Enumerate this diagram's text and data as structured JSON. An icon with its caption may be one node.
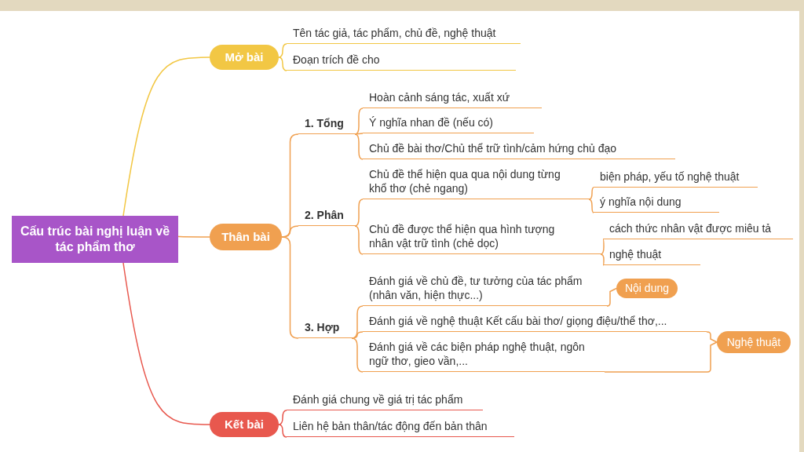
{
  "diagram": {
    "nodes": [
      {
        "text": [
          "Cấu trúc bài nghị luận về tác phẩm thơ"
        ]
      },
      {
        "text": [
          "Mở bài"
        ]
      },
      {
        "text": [
          "Tên tác giả, tác phẩm, chủ đề, nghệ thuật"
        ]
      },
      {
        "text": [
          "Đoạn trích đề cho"
        ]
      },
      {
        "text": [
          "Thân bài"
        ]
      },
      {
        "text": [
          "1. Tổng"
        ]
      },
      {
        "text": [
          "Hoàn cảnh sáng tác, xuất xứ"
        ]
      },
      {
        "text": [
          "Ý nghĩa nhan đề (nếu có)"
        ]
      },
      {
        "text": [
          "Chủ đề bài thơ/Chủ thể trữ tình/cảm hứng chủ đạo"
        ]
      },
      {
        "text": [
          "2. Phân"
        ]
      },
      {
        "text": [
          "Chủ đề thể hiện qua qua nội dung từng khổ thơ (chẻ ngang)"
        ]
      },
      {
        "text": [
          "biện pháp, yếu tố nghệ thuật"
        ]
      },
      {
        "text": [
          "ý nghĩa nội dung"
        ]
      },
      {
        "text": [
          "Chủ đề được thể hiện qua hình tượng nhân vật trữ tình (chẻ dọc)"
        ]
      },
      {
        "text": [
          "cách thức nhân vật được miêu tả"
        ]
      },
      {
        "text": [
          "nghệ thuật"
        ]
      },
      {
        "text": [
          "3. Hợp"
        ]
      },
      {
        "text": [
          "Đánh giá về chủ đề, tư tưởng của tác phẩm (nhân văn, hiện thực...)"
        ]
      },
      {
        "text": [
          "Đánh giá về nghệ thuật Kết cấu bài thơ/ giọng điệu/thể thơ,..."
        ]
      },
      {
        "text": [
          "Đánh giá về các biện pháp nghệ thuật, ngôn ngữ thơ, gieo vần,..."
        ]
      },
      {
        "text": [
          "Nội dung"
        ]
      },
      {
        "text": [
          "Nghệ thuật"
        ]
      },
      {
        "text": [
          "Kết bài"
        ]
      },
      {
        "text": [
          "Đánh giá chung về giá trị tác phẩm"
        ]
      },
      {
        "text": [
          "Liên hệ bản thân/tác động đến bản thân"
        ]
      }
    ],
    "edges": [
      {
        "from": 0,
        "to": 1,
        "arrow": "none",
        "color": "#f2c744"
      },
      {
        "from": 1,
        "to": 2,
        "arrow": "none",
        "color": "#f2c744"
      },
      {
        "from": 1,
        "to": 3,
        "arrow": "none",
        "color": "#f2c744"
      },
      {
        "from": 0,
        "to": 4,
        "arrow": "none"
      },
      {
        "from": 4,
        "to": 5,
        "arrow": "none"
      },
      {
        "from": 5,
        "to": 6,
        "arrow": "none"
      },
      {
        "from": 5,
        "to": 7,
        "arrow": "none"
      },
      {
        "from": 5,
        "to": 8,
        "arrow": "none"
      },
      {
        "from": 4,
        "to": 9,
        "arrow": "none"
      },
      {
        "from": 9,
        "to": 10,
        "arrow": "none"
      },
      {
        "from": 10,
        "to": 11,
        "arrow": "none"
      },
      {
        "from": 10,
        "to": 12,
        "arrow": "none"
      },
      {
        "from": 9,
        "to": 13,
        "arrow": "none"
      },
      {
        "from": 13,
        "to": 14,
        "arrow": "none"
      },
      {
        "from": 13,
        "to": 15,
        "arrow": "none"
      },
      {
        "from": 4,
        "to": 16,
        "arrow": "none"
      },
      {
        "from": 16,
        "to": 17,
        "arrow": "none"
      },
      {
        "from": 16,
        "to": 18,
        "arrow": "none"
      },
      {
        "from": 16,
        "to": 19,
        "arrow": "none"
      },
      {
        "from": 17,
        "to": 20,
        "arrow": "none"
      },
      {
        "from": 18,
        "to": 21,
        "arrow": "none"
      },
      {
        "from": 19,
        "to": 21,
        "arrow": "none"
      },
      {
        "from": 0,
        "to": 22,
        "arrow": "none",
        "color": "#e8584e"
      },
      {
        "from": 22,
        "to": 23,
        "arrow": "none",
        "color": "#e8584e"
      },
      {
        "from": 22,
        "to": 24,
        "arrow": "none",
        "color": "#e8584e"
      }
    ]
  }
}
